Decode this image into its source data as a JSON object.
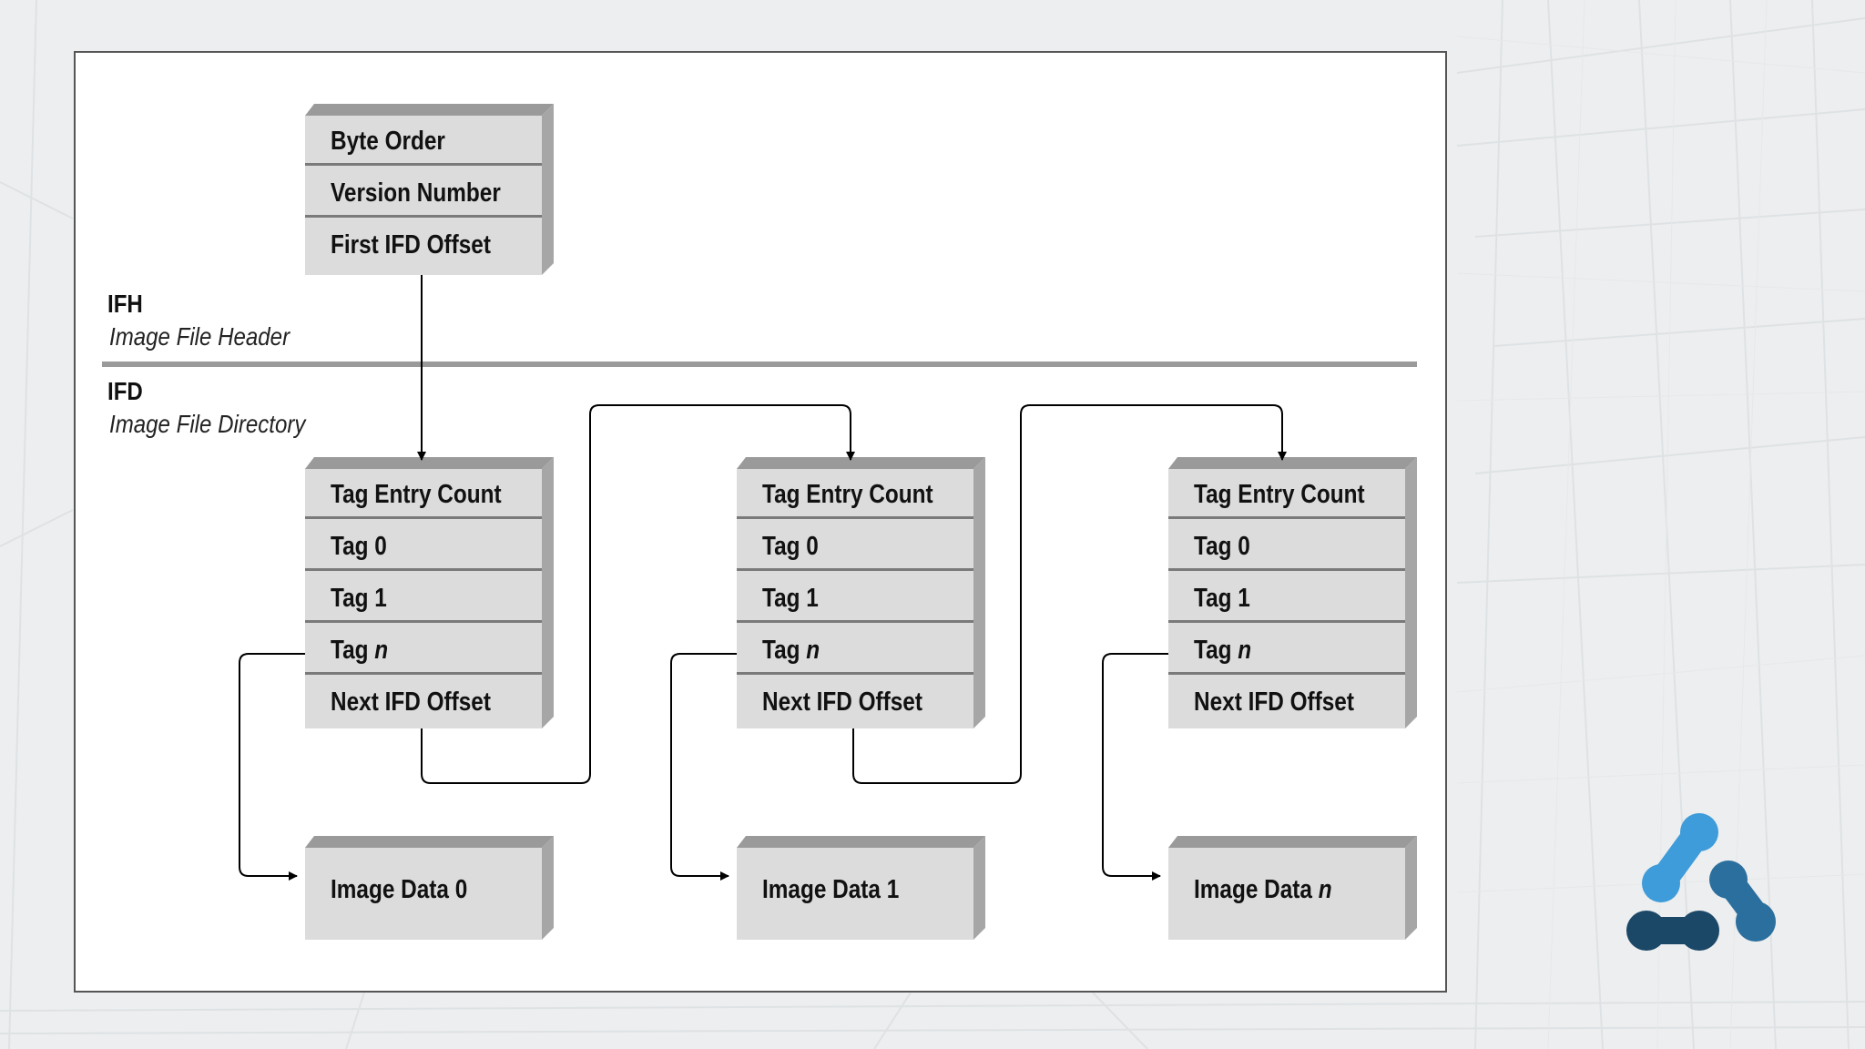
{
  "header": {
    "rows": [
      "Byte Order",
      "Version Number",
      "First IFD Offset"
    ]
  },
  "ifh": {
    "title": "IFH",
    "subtitle": "Image File Header"
  },
  "ifd": {
    "title": "IFD",
    "subtitle": "Image File Directory"
  },
  "directories": [
    {
      "rows": [
        {
          "text": "Tag Entry Count",
          "suffix": ""
        },
        {
          "text": "Tag 0",
          "suffix": ""
        },
        {
          "text": "Tag 1",
          "suffix": ""
        },
        {
          "text": "Tag ",
          "suffix": "n"
        },
        {
          "text": "Next IFD Offset",
          "suffix": ""
        }
      ],
      "image": {
        "text": "Image Data 0",
        "suffix": ""
      }
    },
    {
      "rows": [
        {
          "text": "Tag Entry Count",
          "suffix": ""
        },
        {
          "text": "Tag 0",
          "suffix": ""
        },
        {
          "text": "Tag 1",
          "suffix": ""
        },
        {
          "text": "Tag ",
          "suffix": "n"
        },
        {
          "text": "Next IFD Offset",
          "suffix": ""
        }
      ],
      "image": {
        "text": "Image Data 1",
        "suffix": ""
      }
    },
    {
      "rows": [
        {
          "text": "Tag Entry Count",
          "suffix": ""
        },
        {
          "text": "Tag 0",
          "suffix": ""
        },
        {
          "text": "Tag 1",
          "suffix": ""
        },
        {
          "text": "Tag ",
          "suffix": "n"
        },
        {
          "text": "Next IFD Offset",
          "suffix": ""
        }
      ],
      "image": {
        "text": "Image Data ",
        "suffix": "n"
      }
    }
  ],
  "colors": {
    "box_fill": "#dcdcdc",
    "box_edge": "#a6a6a6",
    "divider": "#9a9a9a",
    "logo_light": "#3d9cd9",
    "logo_mid": "#2b6f9e",
    "logo_dark": "#1c4868"
  }
}
